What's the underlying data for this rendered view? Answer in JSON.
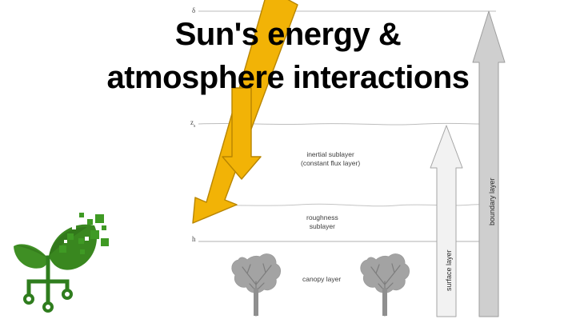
{
  "title": {
    "line1": "Sun's energy &",
    "line2": "atmosphere interactions"
  },
  "diagram": {
    "axis_labels": [
      {
        "id": "delta",
        "text": "δ",
        "sub": ""
      },
      {
        "id": "zs",
        "text": "z",
        "sub": "s"
      },
      {
        "id": "h",
        "text": "h",
        "sub": ""
      }
    ],
    "layer_labels": {
      "inertial_line1": "inertial sublayer",
      "inertial_line2": "(constant flux layer)",
      "roughness_line1": "roughness",
      "roughness_line2": "sublayer",
      "canopy": "canopy layer"
    },
    "arrow_labels": {
      "surface_layer": "surface layer",
      "boundary_layer": "boundary layer"
    },
    "colors": {
      "sun_ray_fill": "#f2b306",
      "sun_ray_stroke": "#b88500",
      "surface_arrow_fill": "#efefef",
      "surface_arrow_stroke": "#9a9a9a",
      "boundary_arrow_fill": "#cfcfcf",
      "boundary_arrow_stroke": "#9a9a9a",
      "tree_canopy": "#a0a0a0",
      "tree_trunk": "#8a8a8a",
      "boundary_line": "#b9b9b9",
      "text": "#3d3d3d",
      "title": "#000000"
    }
  },
  "logo": {
    "name": "plant-circuit-logo",
    "colors": {
      "leaf_dark": "#2f6b1f",
      "leaf_mid": "#3f8a28",
      "leaf_light": "#57a838",
      "stem": "#2f7d1e",
      "pixel": "#3f9a24"
    }
  }
}
